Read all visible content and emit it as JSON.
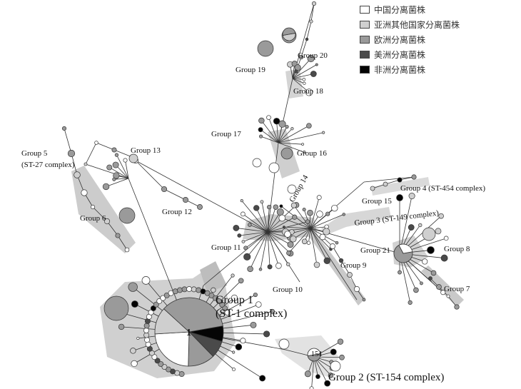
{
  "legend": {
    "items": [
      {
        "label": "中国分离菌株",
        "color": "#ffffff"
      },
      {
        "label": "亚洲其他国家分离菌株",
        "color": "#cfcfcf"
      },
      {
        "label": "欧洲分离菌株",
        "color": "#9a9a9a"
      },
      {
        "label": "美洲分离菌株",
        "color": "#4a4a4a"
      },
      {
        "label": "非洲分离菌株",
        "color": "#050505"
      }
    ]
  },
  "groups": {
    "g1_name": "Group 1",
    "g1_complex": "(ST-1 complex)",
    "g1_node": "1",
    "g2": "Group 2 (ST-154 complex)",
    "g2_node": "154",
    "g3": "Group 3 (ST-149 complex)",
    "g4": "Group 4 (ST-454 complex)",
    "g5_name": "Group 5",
    "g5_complex": "(ST-27 complex)",
    "g6": "Group 6",
    "g7": "Group 7",
    "g8": "Group 8",
    "g9": "Group 9",
    "g10": "Group 10",
    "g11": "Group 11",
    "g12": "Group 12",
    "g13": "Group 13",
    "g14": "Group 14",
    "g15": "Group 15",
    "g16": "Group 16",
    "g17": "Group 17",
    "g18": "Group 18",
    "g19": "Group 19",
    "g20": "Group 20",
    "g21": "Group 21"
  }
}
